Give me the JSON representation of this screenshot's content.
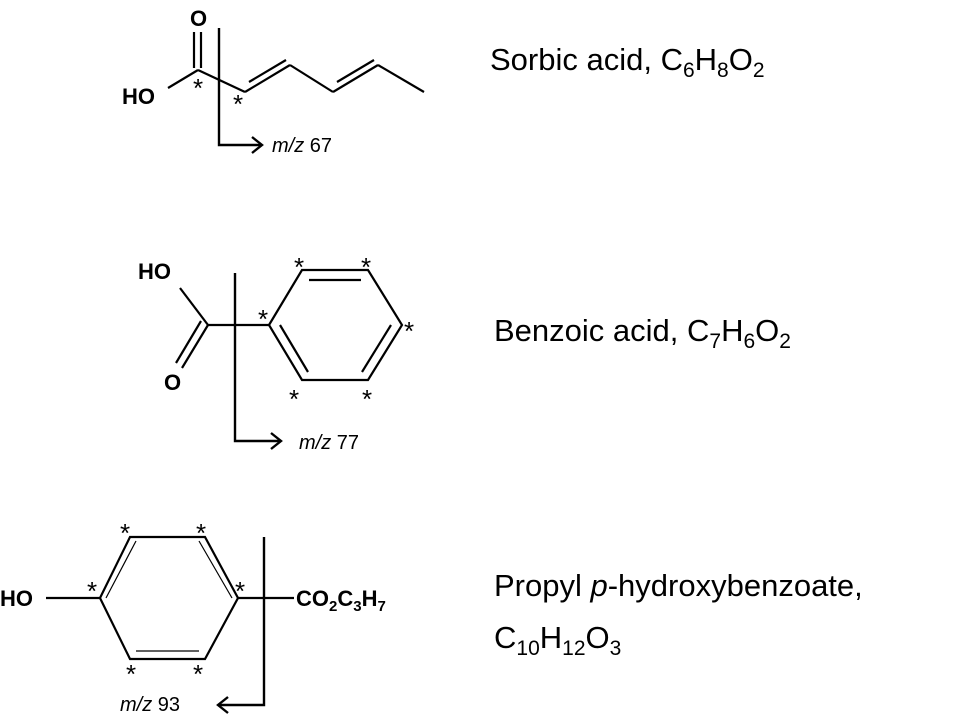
{
  "compounds": [
    {
      "name": "Sorbic acid, ",
      "formula": [
        [
          "C",
          "6"
        ],
        [
          "H",
          "8"
        ],
        [
          "O",
          "2"
        ]
      ],
      "fragment_prefix": "m/z",
      "fragment_value": "67",
      "atoms": {
        "carbonyl_o": "O",
        "hydroxyl": "HO"
      },
      "cleavage_marker": "*"
    },
    {
      "name": "Benzoic acid, ",
      "formula": [
        [
          "C",
          "7"
        ],
        [
          "H",
          "6"
        ],
        [
          "O",
          "2"
        ]
      ],
      "fragment_prefix": "m/z",
      "fragment_value": "77",
      "atoms": {
        "carbonyl_o": "O",
        "hydroxyl": "HO"
      },
      "cleavage_marker": "*"
    },
    {
      "name_pre": "Propyl ",
      "name_italic": "p",
      "name_post": "-hydroxybenzoate,",
      "formula": [
        [
          "C",
          "10"
        ],
        [
          "H",
          "12"
        ],
        [
          "O",
          "3"
        ]
      ],
      "fragment_prefix": "m/z",
      "fragment_value": "93",
      "atoms": {
        "hydroxyl": "HO",
        "ester_parts": [
          [
            "CO",
            "2"
          ],
          [
            "C",
            "3"
          ],
          [
            "H",
            "7"
          ]
        ]
      },
      "cleavage_marker": "*"
    }
  ]
}
